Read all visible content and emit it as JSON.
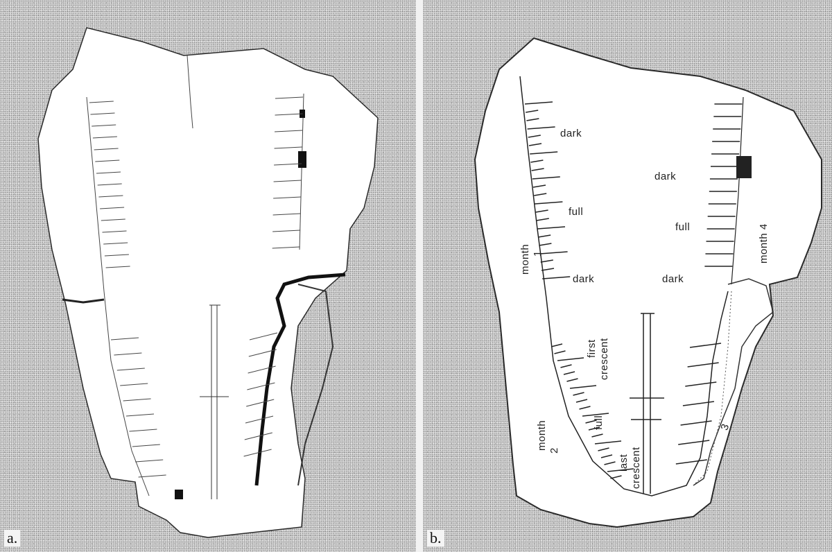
{
  "panel_a": {
    "letter": "a."
  },
  "panel_b": {
    "letter": "b.",
    "labels": {
      "dark_1": "dark",
      "full_1": "full",
      "month_1_word": "month",
      "month_1_num": "1",
      "dark_2": "dark",
      "first": "first",
      "crescent_1": "crescent",
      "full_2": "full",
      "month_2_word": "month",
      "month_2_num": "2",
      "last": "last",
      "crescent_2": "crescent",
      "dark_4a": "dark",
      "full_4": "full",
      "month_4": "month 4",
      "dark_4b": "dark",
      "num_3": "3"
    }
  }
}
